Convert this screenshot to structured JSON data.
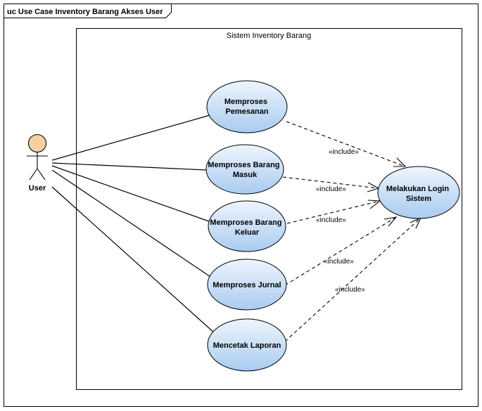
{
  "frame": {
    "title": "uc Use Case Inventory Barang Akses User"
  },
  "system": {
    "title": "Sistem Inventory Barang"
  },
  "actor": {
    "name": "User"
  },
  "use_cases": [
    {
      "id": "uc1",
      "lines": [
        "Memproses",
        "Pemesanan"
      ]
    },
    {
      "id": "uc2",
      "lines": [
        "Memproses Barang",
        "Masuk"
      ]
    },
    {
      "id": "uc3",
      "lines": [
        "Memproses Barang",
        "Keluar"
      ]
    },
    {
      "id": "uc4",
      "lines": [
        "Memproses Jurnal"
      ]
    },
    {
      "id": "uc5",
      "lines": [
        "Mencetak Laporan"
      ]
    },
    {
      "id": "login",
      "lines": [
        "Melakukan Login",
        "Sistem"
      ]
    }
  ],
  "include_label": "«include»",
  "colors": {
    "actor_fill": "#f5d0a4",
    "usecase_fill_light": "#eef5fd",
    "usecase_fill_dark": "#a9cbf0",
    "line": "#000000"
  }
}
